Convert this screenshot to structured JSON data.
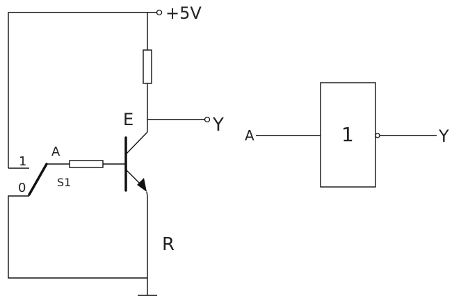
{
  "circuit": {
    "supply_label": "+5V",
    "output_label": "Y",
    "emitter_label": "E",
    "input_label": "A",
    "switch_label": "S1",
    "switch_pos_high": "1",
    "switch_pos_low": "0",
    "resistor_label": "R"
  },
  "gate": {
    "input_label": "A",
    "symbol": "1",
    "output_label": "Y"
  }
}
